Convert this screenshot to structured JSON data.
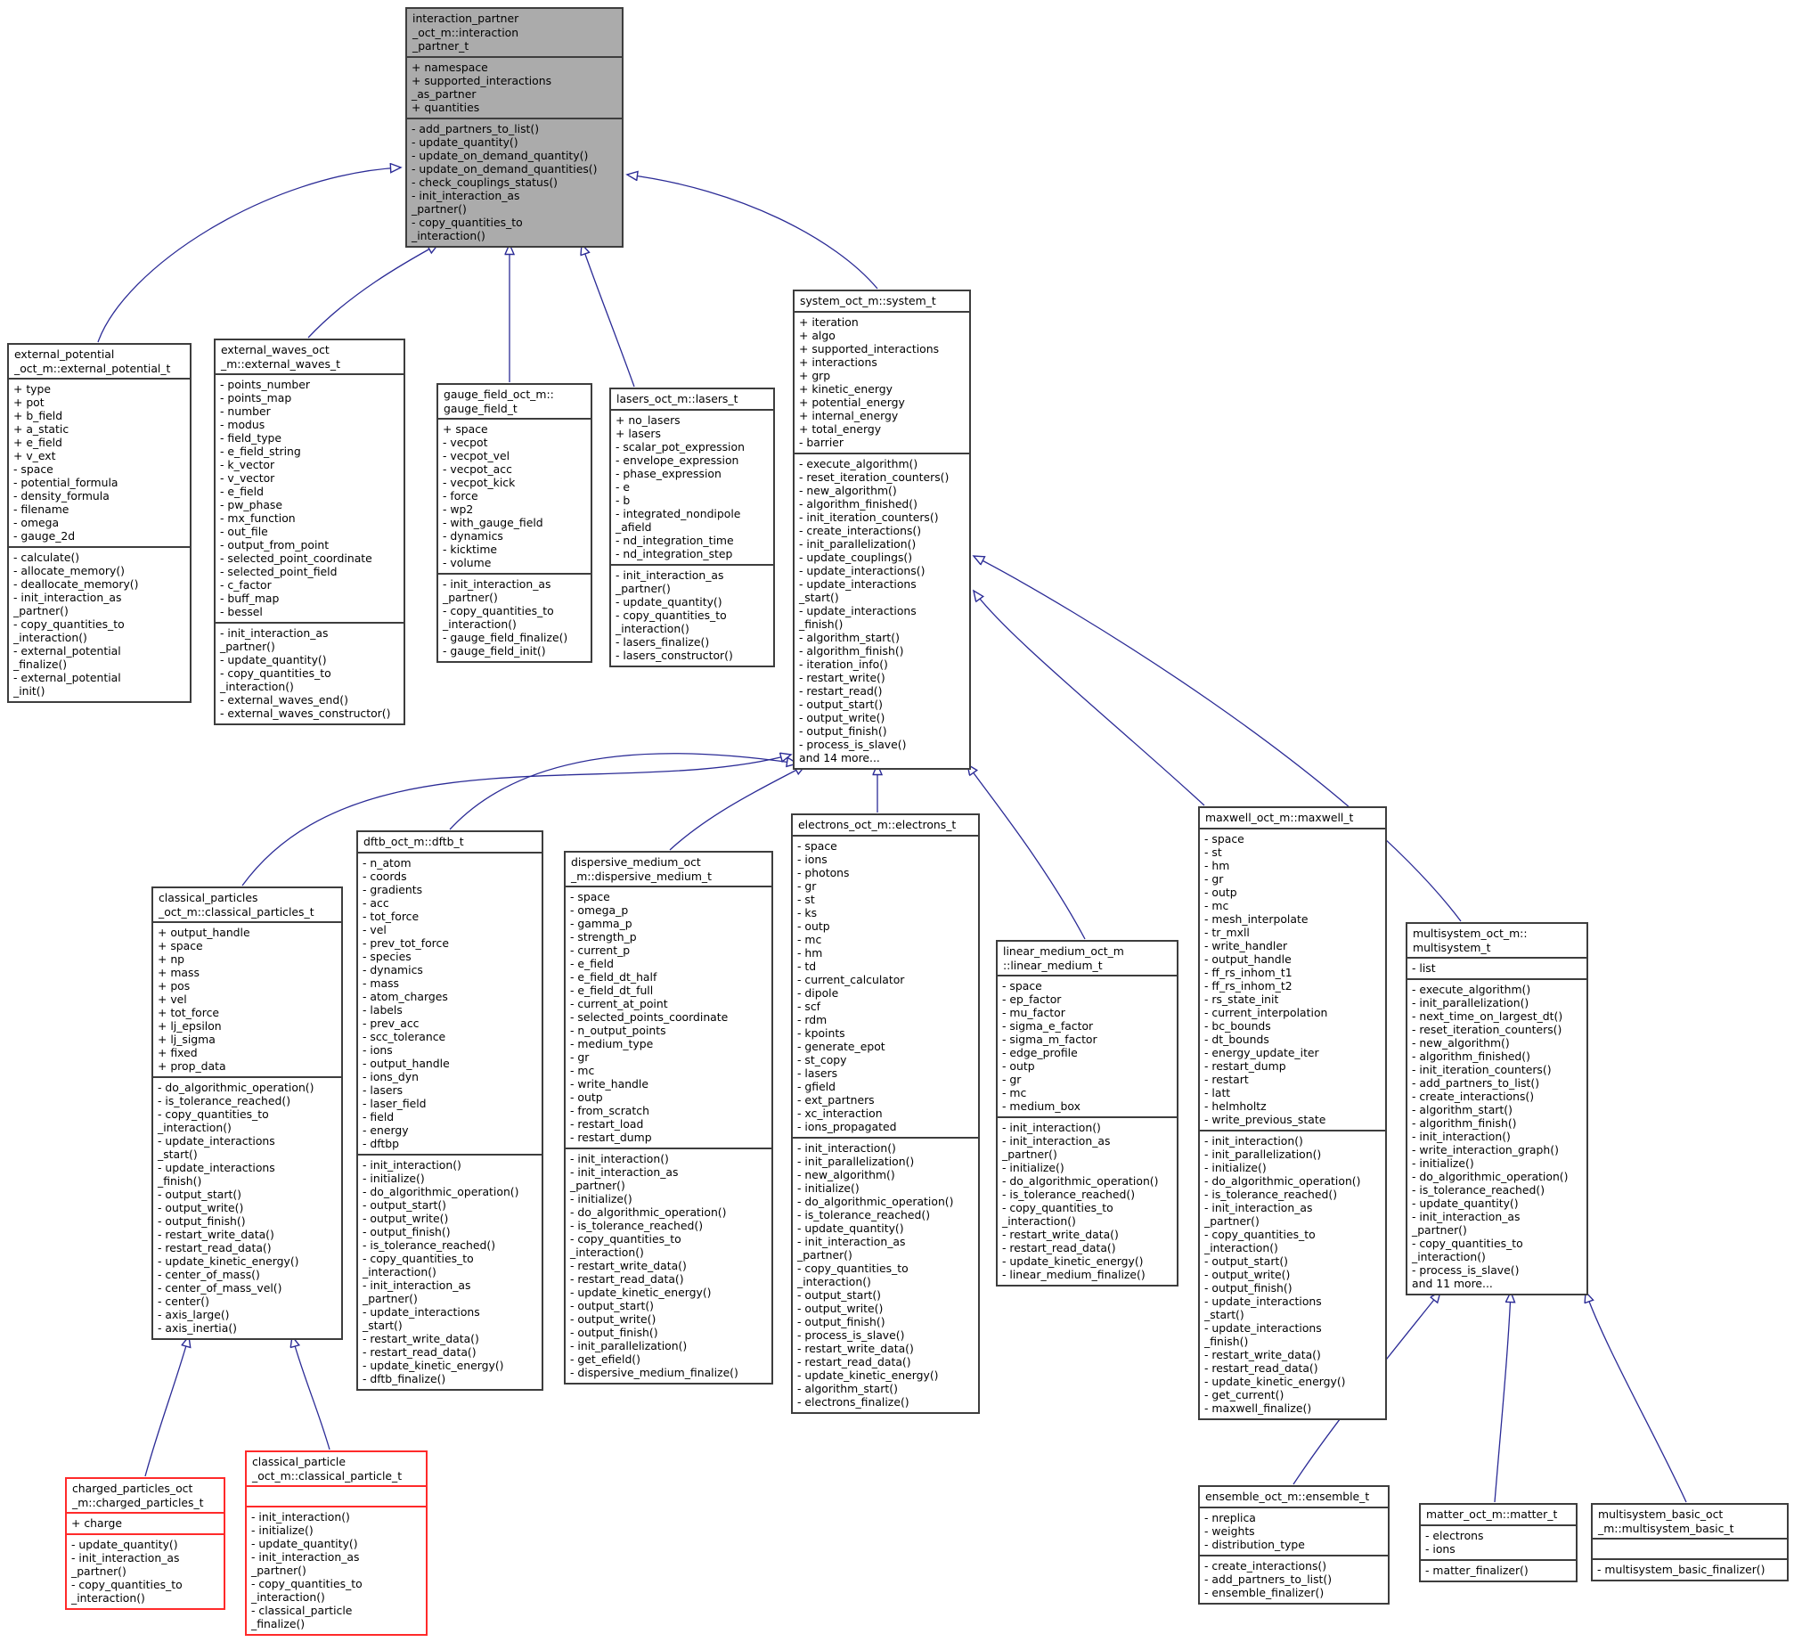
{
  "colors": {
    "edge": "#2b2b96",
    "node_border": "#3d3d3d",
    "highlight_border": "#ff2a2a",
    "selected_fill": "#ababab",
    "node_fill": "#ffffff",
    "text": "#000000"
  },
  "classes": [
    {
      "id": "interaction_partner_t",
      "style": "selected",
      "title": [
        "interaction_partner",
        "_oct_m::interaction",
        "_partner_t"
      ],
      "attributes": [
        "+ namespace",
        "+ supported_interactions",
        "_as_partner",
        "+ quantities"
      ],
      "methods": [
        "- add_partners_to_list()",
        "- update_quantity()",
        "- update_on_demand_quantity()",
        "- update_on_demand_quantities()",
        "- check_couplings_status()",
        "- init_interaction_as",
        "_partner()",
        "- copy_quantities_to",
        "_interaction()"
      ]
    },
    {
      "id": "external_potential_t",
      "style": "normal",
      "title": [
        "external_potential",
        "_oct_m::external_potential_t"
      ],
      "attributes": [
        "+ type",
        "+ pot",
        "+ b_field",
        "+ a_static",
        "+ e_field",
        "+ v_ext",
        "- space",
        "- potential_formula",
        "- density_formula",
        "- filename",
        "- omega",
        "- gauge_2d"
      ],
      "methods": [
        "- calculate()",
        "- allocate_memory()",
        "- deallocate_memory()",
        "- init_interaction_as",
        "_partner()",
        "- copy_quantities_to",
        "_interaction()",
        "- external_potential",
        "_finalize()",
        "- external_potential",
        "_init()"
      ]
    },
    {
      "id": "external_waves_t",
      "style": "normal",
      "title": [
        "external_waves_oct",
        "_m::external_waves_t"
      ],
      "attributes": [
        "- points_number",
        "- points_map",
        "- number",
        "- modus",
        "- field_type",
        "- e_field_string",
        "- k_vector",
        "- v_vector",
        "- e_field",
        "- pw_phase",
        "- mx_function",
        "- out_file",
        "- output_from_point",
        "- selected_point_coordinate",
        "- selected_point_field",
        "- c_factor",
        "- buff_map",
        "- bessel"
      ],
      "methods": [
        "- init_interaction_as",
        "_partner()",
        "- update_quantity()",
        "- copy_quantities_to",
        "_interaction()",
        "- external_waves_end()",
        "- external_waves_constructor()"
      ]
    },
    {
      "id": "gauge_field_t",
      "style": "normal",
      "title": [
        "gauge_field_oct_m::",
        "gauge_field_t"
      ],
      "attributes": [
        "+ space",
        "- vecpot",
        "- vecpot_vel",
        "- vecpot_acc",
        "- vecpot_kick",
        "- force",
        "- wp2",
        "- with_gauge_field",
        "- dynamics",
        "- kicktime",
        "- volume"
      ],
      "methods": [
        "- init_interaction_as",
        "_partner()",
        "- copy_quantities_to",
        "_interaction()",
        "- gauge_field_finalize()",
        "- gauge_field_init()"
      ]
    },
    {
      "id": "lasers_t",
      "style": "normal",
      "title": [
        "lasers_oct_m::lasers_t"
      ],
      "attributes": [
        "+ no_lasers",
        "+ lasers",
        "- scalar_pot_expression",
        "- envelope_expression",
        "- phase_expression",
        "- e",
        "- b",
        "- integrated_nondipole",
        "_afield",
        "- nd_integration_time",
        "- nd_integration_step"
      ],
      "methods": [
        "- init_interaction_as",
        "_partner()",
        "- update_quantity()",
        "- copy_quantities_to",
        "_interaction()",
        "- lasers_finalize()",
        "- lasers_constructor()"
      ]
    },
    {
      "id": "system_t",
      "style": "normal",
      "title": [
        "system_oct_m::system_t"
      ],
      "attributes": [
        "+ iteration",
        "+ algo",
        "+ supported_interactions",
        "+ interactions",
        "+ grp",
        "+ kinetic_energy",
        "+ potential_energy",
        "+ internal_energy",
        "+ total_energy",
        "- barrier"
      ],
      "methods": [
        "- execute_algorithm()",
        "- reset_iteration_counters()",
        "- new_algorithm()",
        "- algorithm_finished()",
        "- init_iteration_counters()",
        "- create_interactions()",
        "- init_parallelization()",
        "- update_couplings()",
        "- update_interactions()",
        "- update_interactions",
        "_start()",
        "- update_interactions",
        "_finish()",
        "- algorithm_start()",
        "- algorithm_finish()",
        "- iteration_info()",
        "- restart_write()",
        "- restart_read()",
        "- output_start()",
        "- output_write()",
        "- output_finish()",
        "- process_is_slave()",
        "and 14 more..."
      ]
    },
    {
      "id": "classical_particles_t",
      "style": "normal",
      "title": [
        "classical_particles",
        "_oct_m::classical_particles_t"
      ],
      "attributes": [
        "+ output_handle",
        "+ space",
        "+ np",
        "+ mass",
        "+ pos",
        "+ vel",
        "+ tot_force",
        "+ lj_epsilon",
        "+ lj_sigma",
        "+ fixed",
        "+ prop_data"
      ],
      "methods": [
        "- do_algorithmic_operation()",
        "- is_tolerance_reached()",
        "- copy_quantities_to",
        "_interaction()",
        "- update_interactions",
        "_start()",
        "- update_interactions",
        "_finish()",
        "- output_start()",
        "- output_write()",
        "- output_finish()",
        "- restart_write_data()",
        "- restart_read_data()",
        "- update_kinetic_energy()",
        "- center_of_mass()",
        "- center_of_mass_vel()",
        "- center()",
        "- axis_large()",
        "- axis_inertia()"
      ]
    },
    {
      "id": "dftb_t",
      "style": "normal",
      "title": [
        "dftb_oct_m::dftb_t"
      ],
      "attributes": [
        "- n_atom",
        "- coords",
        "- gradients",
        "- acc",
        "- tot_force",
        "- vel",
        "- prev_tot_force",
        "- species",
        "- dynamics",
        "- mass",
        "- atom_charges",
        "- labels",
        "- prev_acc",
        "- scc_tolerance",
        "- ions",
        "- output_handle",
        "- ions_dyn",
        "- lasers",
        "- laser_field",
        "- field",
        "- energy",
        "- dftbp"
      ],
      "methods": [
        "- init_interaction()",
        "- initialize()",
        "- do_algorithmic_operation()",
        "- output_start()",
        "- output_write()",
        "- output_finish()",
        "- is_tolerance_reached()",
        "- copy_quantities_to",
        "_interaction()",
        "- init_interaction_as",
        "_partner()",
        "- update_interactions",
        "_start()",
        "- restart_write_data()",
        "- restart_read_data()",
        "- update_kinetic_energy()",
        "- dftb_finalize()"
      ]
    },
    {
      "id": "dispersive_medium_t",
      "style": "normal",
      "title": [
        "dispersive_medium_oct",
        "_m::dispersive_medium_t"
      ],
      "attributes": [
        "- space",
        "- omega_p",
        "- gamma_p",
        "- strength_p",
        "- current_p",
        "- e_field",
        "- e_field_dt_half",
        "- e_field_dt_full",
        "- current_at_point",
        "- selected_points_coordinate",
        "- n_output_points",
        "- medium_type",
        "- gr",
        "- mc",
        "- write_handle",
        "- outp",
        "- from_scratch",
        "- restart_load",
        "- restart_dump"
      ],
      "methods": [
        "- init_interaction()",
        "- init_interaction_as",
        "_partner()",
        "- initialize()",
        "- do_algorithmic_operation()",
        "- is_tolerance_reached()",
        "- copy_quantities_to",
        "_interaction()",
        "- restart_write_data()",
        "- restart_read_data()",
        "- update_kinetic_energy()",
        "- output_start()",
        "- output_write()",
        "- output_finish()",
        "- init_parallelization()",
        "- get_efield()",
        "- dispersive_medium_finalize()"
      ]
    },
    {
      "id": "electrons_t",
      "style": "normal",
      "title": [
        "electrons_oct_m::electrons_t"
      ],
      "attributes": [
        "- space",
        "- ions",
        "- photons",
        "- gr",
        "- st",
        "- ks",
        "- outp",
        "- mc",
        "- hm",
        "- td",
        "- current_calculator",
        "- dipole",
        "- scf",
        "- rdm",
        "- kpoints",
        "- generate_epot",
        "- st_copy",
        "- lasers",
        "- gfield",
        "- ext_partners",
        "- xc_interaction",
        "- ions_propagated"
      ],
      "methods": [
        "- init_interaction()",
        "- init_parallelization()",
        "- new_algorithm()",
        "- initialize()",
        "- do_algorithmic_operation()",
        "- is_tolerance_reached()",
        "- update_quantity()",
        "- init_interaction_as",
        "_partner()",
        "- copy_quantities_to",
        "_interaction()",
        "- output_start()",
        "- output_write()",
        "- output_finish()",
        "- process_is_slave()",
        "- restart_write_data()",
        "- restart_read_data()",
        "- update_kinetic_energy()",
        "- algorithm_start()",
        "- electrons_finalize()"
      ]
    },
    {
      "id": "linear_medium_t",
      "style": "normal",
      "title": [
        "linear_medium_oct_m",
        "::linear_medium_t"
      ],
      "attributes": [
        "- space",
        "- ep_factor",
        "- mu_factor",
        "- sigma_e_factor",
        "- sigma_m_factor",
        "- edge_profile",
        "- outp",
        "- gr",
        "- mc",
        "- medium_box"
      ],
      "methods": [
        "- init_interaction()",
        "- init_interaction_as",
        "_partner()",
        "- initialize()",
        "- do_algorithmic_operation()",
        "- is_tolerance_reached()",
        "- copy_quantities_to",
        "_interaction()",
        "- restart_write_data()",
        "- restart_read_data()",
        "- update_kinetic_energy()",
        "- linear_medium_finalize()"
      ]
    },
    {
      "id": "maxwell_t",
      "style": "normal",
      "title": [
        "maxwell_oct_m::maxwell_t"
      ],
      "attributes": [
        "- space",
        "- st",
        "- hm",
        "- gr",
        "- outp",
        "- mc",
        "- mesh_interpolate",
        "- tr_mxll",
        "- write_handler",
        "- output_handle",
        "- ff_rs_inhom_t1",
        "- ff_rs_inhom_t2",
        "- rs_state_init",
        "- current_interpolation",
        "- bc_bounds",
        "- dt_bounds",
        "- energy_update_iter",
        "- restart_dump",
        "- restart",
        "- latt",
        "- helmholtz",
        "- write_previous_state"
      ],
      "methods": [
        "- init_interaction()",
        "- init_parallelization()",
        "- initialize()",
        "- do_algorithmic_operation()",
        "- is_tolerance_reached()",
        "- init_interaction_as",
        "_partner()",
        "- copy_quantities_to",
        "_interaction()",
        "- output_start()",
        "- output_write()",
        "- output_finish()",
        "- update_interactions",
        "_start()",
        "- update_interactions",
        "_finish()",
        "- restart_write_data()",
        "- restart_read_data()",
        "- update_kinetic_energy()",
        "- get_current()",
        "- maxwell_finalize()"
      ]
    },
    {
      "id": "multisystem_t",
      "style": "normal",
      "title": [
        "multisystem_oct_m::",
        "multisystem_t"
      ],
      "attributes": [
        "- list"
      ],
      "methods": [
        "- execute_algorithm()",
        "- init_parallelization()",
        "- next_time_on_largest_dt()",
        "- reset_iteration_counters()",
        "- new_algorithm()",
        "- algorithm_finished()",
        "- init_iteration_counters()",
        "- add_partners_to_list()",
        "- create_interactions()",
        "- algorithm_start()",
        "- algorithm_finish()",
        "- init_interaction()",
        "- write_interaction_graph()",
        "- initialize()",
        "- do_algorithmic_operation()",
        "- is_tolerance_reached()",
        "- update_quantity()",
        "- init_interaction_as",
        "_partner()",
        "- copy_quantities_to",
        "_interaction()",
        "- process_is_slave()",
        "and 11 more..."
      ]
    },
    {
      "id": "charged_particles_t",
      "style": "highlight",
      "title": [
        "charged_particles_oct",
        "_m::charged_particles_t"
      ],
      "attributes": [
        "+ charge"
      ],
      "methods": [
        "- update_quantity()",
        "- init_interaction_as",
        "_partner()",
        "- copy_quantities_to",
        "_interaction()"
      ]
    },
    {
      "id": "classical_particle_t",
      "style": "highlight",
      "title": [
        "classical_particle",
        "_oct_m::classical_particle_t"
      ],
      "attributes": [],
      "methods": [
        "- init_interaction()",
        "- initialize()",
        "- update_quantity()",
        "- init_interaction_as",
        "_partner()",
        "- copy_quantities_to",
        "_interaction()",
        "- classical_particle",
        "_finalize()"
      ]
    },
    {
      "id": "ensemble_t",
      "style": "normal",
      "title": [
        "ensemble_oct_m::ensemble_t"
      ],
      "attributes": [
        "- nreplica",
        "- weights",
        "- distribution_type"
      ],
      "methods": [
        "- create_interactions()",
        "- add_partners_to_list()",
        "- ensemble_finalizer()"
      ]
    },
    {
      "id": "matter_t",
      "style": "normal",
      "title": [
        "matter_oct_m::matter_t"
      ],
      "attributes": [
        "- electrons",
        "- ions"
      ],
      "methods": [
        "- matter_finalizer()"
      ]
    },
    {
      "id": "multisystem_basic_t",
      "style": "normal",
      "title": [
        "multisystem_basic_oct",
        "_m::multisystem_basic_t"
      ],
      "attributes": [],
      "methods": [
        "- multisystem_basic_finalizer()"
      ]
    }
  ],
  "edges": [
    {
      "from": "external_potential_t",
      "to": "interaction_partner_t"
    },
    {
      "from": "external_waves_t",
      "to": "interaction_partner_t"
    },
    {
      "from": "gauge_field_t",
      "to": "interaction_partner_t"
    },
    {
      "from": "lasers_t",
      "to": "interaction_partner_t"
    },
    {
      "from": "system_t",
      "to": "interaction_partner_t"
    },
    {
      "from": "classical_particles_t",
      "to": "system_t"
    },
    {
      "from": "dftb_t",
      "to": "system_t"
    },
    {
      "from": "dispersive_medium_t",
      "to": "system_t"
    },
    {
      "from": "electrons_t",
      "to": "system_t"
    },
    {
      "from": "linear_medium_t",
      "to": "system_t"
    },
    {
      "from": "maxwell_t",
      "to": "system_t"
    },
    {
      "from": "multisystem_t",
      "to": "system_t"
    },
    {
      "from": "charged_particles_t",
      "to": "classical_particles_t"
    },
    {
      "from": "classical_particle_t",
      "to": "classical_particles_t"
    },
    {
      "from": "ensemble_t",
      "to": "multisystem_t"
    },
    {
      "from": "matter_t",
      "to": "multisystem_t"
    },
    {
      "from": "multisystem_basic_t",
      "to": "multisystem_t"
    }
  ]
}
